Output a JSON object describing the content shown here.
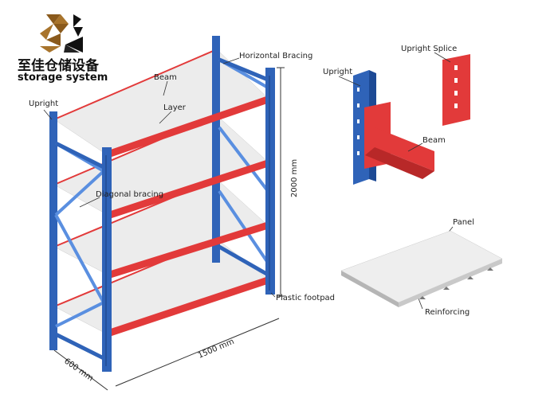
{
  "logo": {
    "chinese": "至佳仓储设备",
    "english": "storage system"
  },
  "labels": {
    "upright_left": "Upright",
    "beam": "Beam",
    "layer": "Layer",
    "horizontal_bracing": "Horizontal Bracing",
    "diagonal_bracing": "Diagonal bracing",
    "plastic_footpad": "Plastic footpad",
    "height": "2000 mm",
    "width": "1500 mm",
    "depth": "600 mm",
    "detail_upright": "Upright",
    "upright_splice": "Upright Splice",
    "detail_beam": "Beam",
    "panel": "Panel",
    "reinforcing": "Reinforcing"
  },
  "colors": {
    "upright": "#2f63b8",
    "beam": "#e23a3a",
    "panel": "#ececec",
    "logo_brown": "#8a5a1c"
  }
}
